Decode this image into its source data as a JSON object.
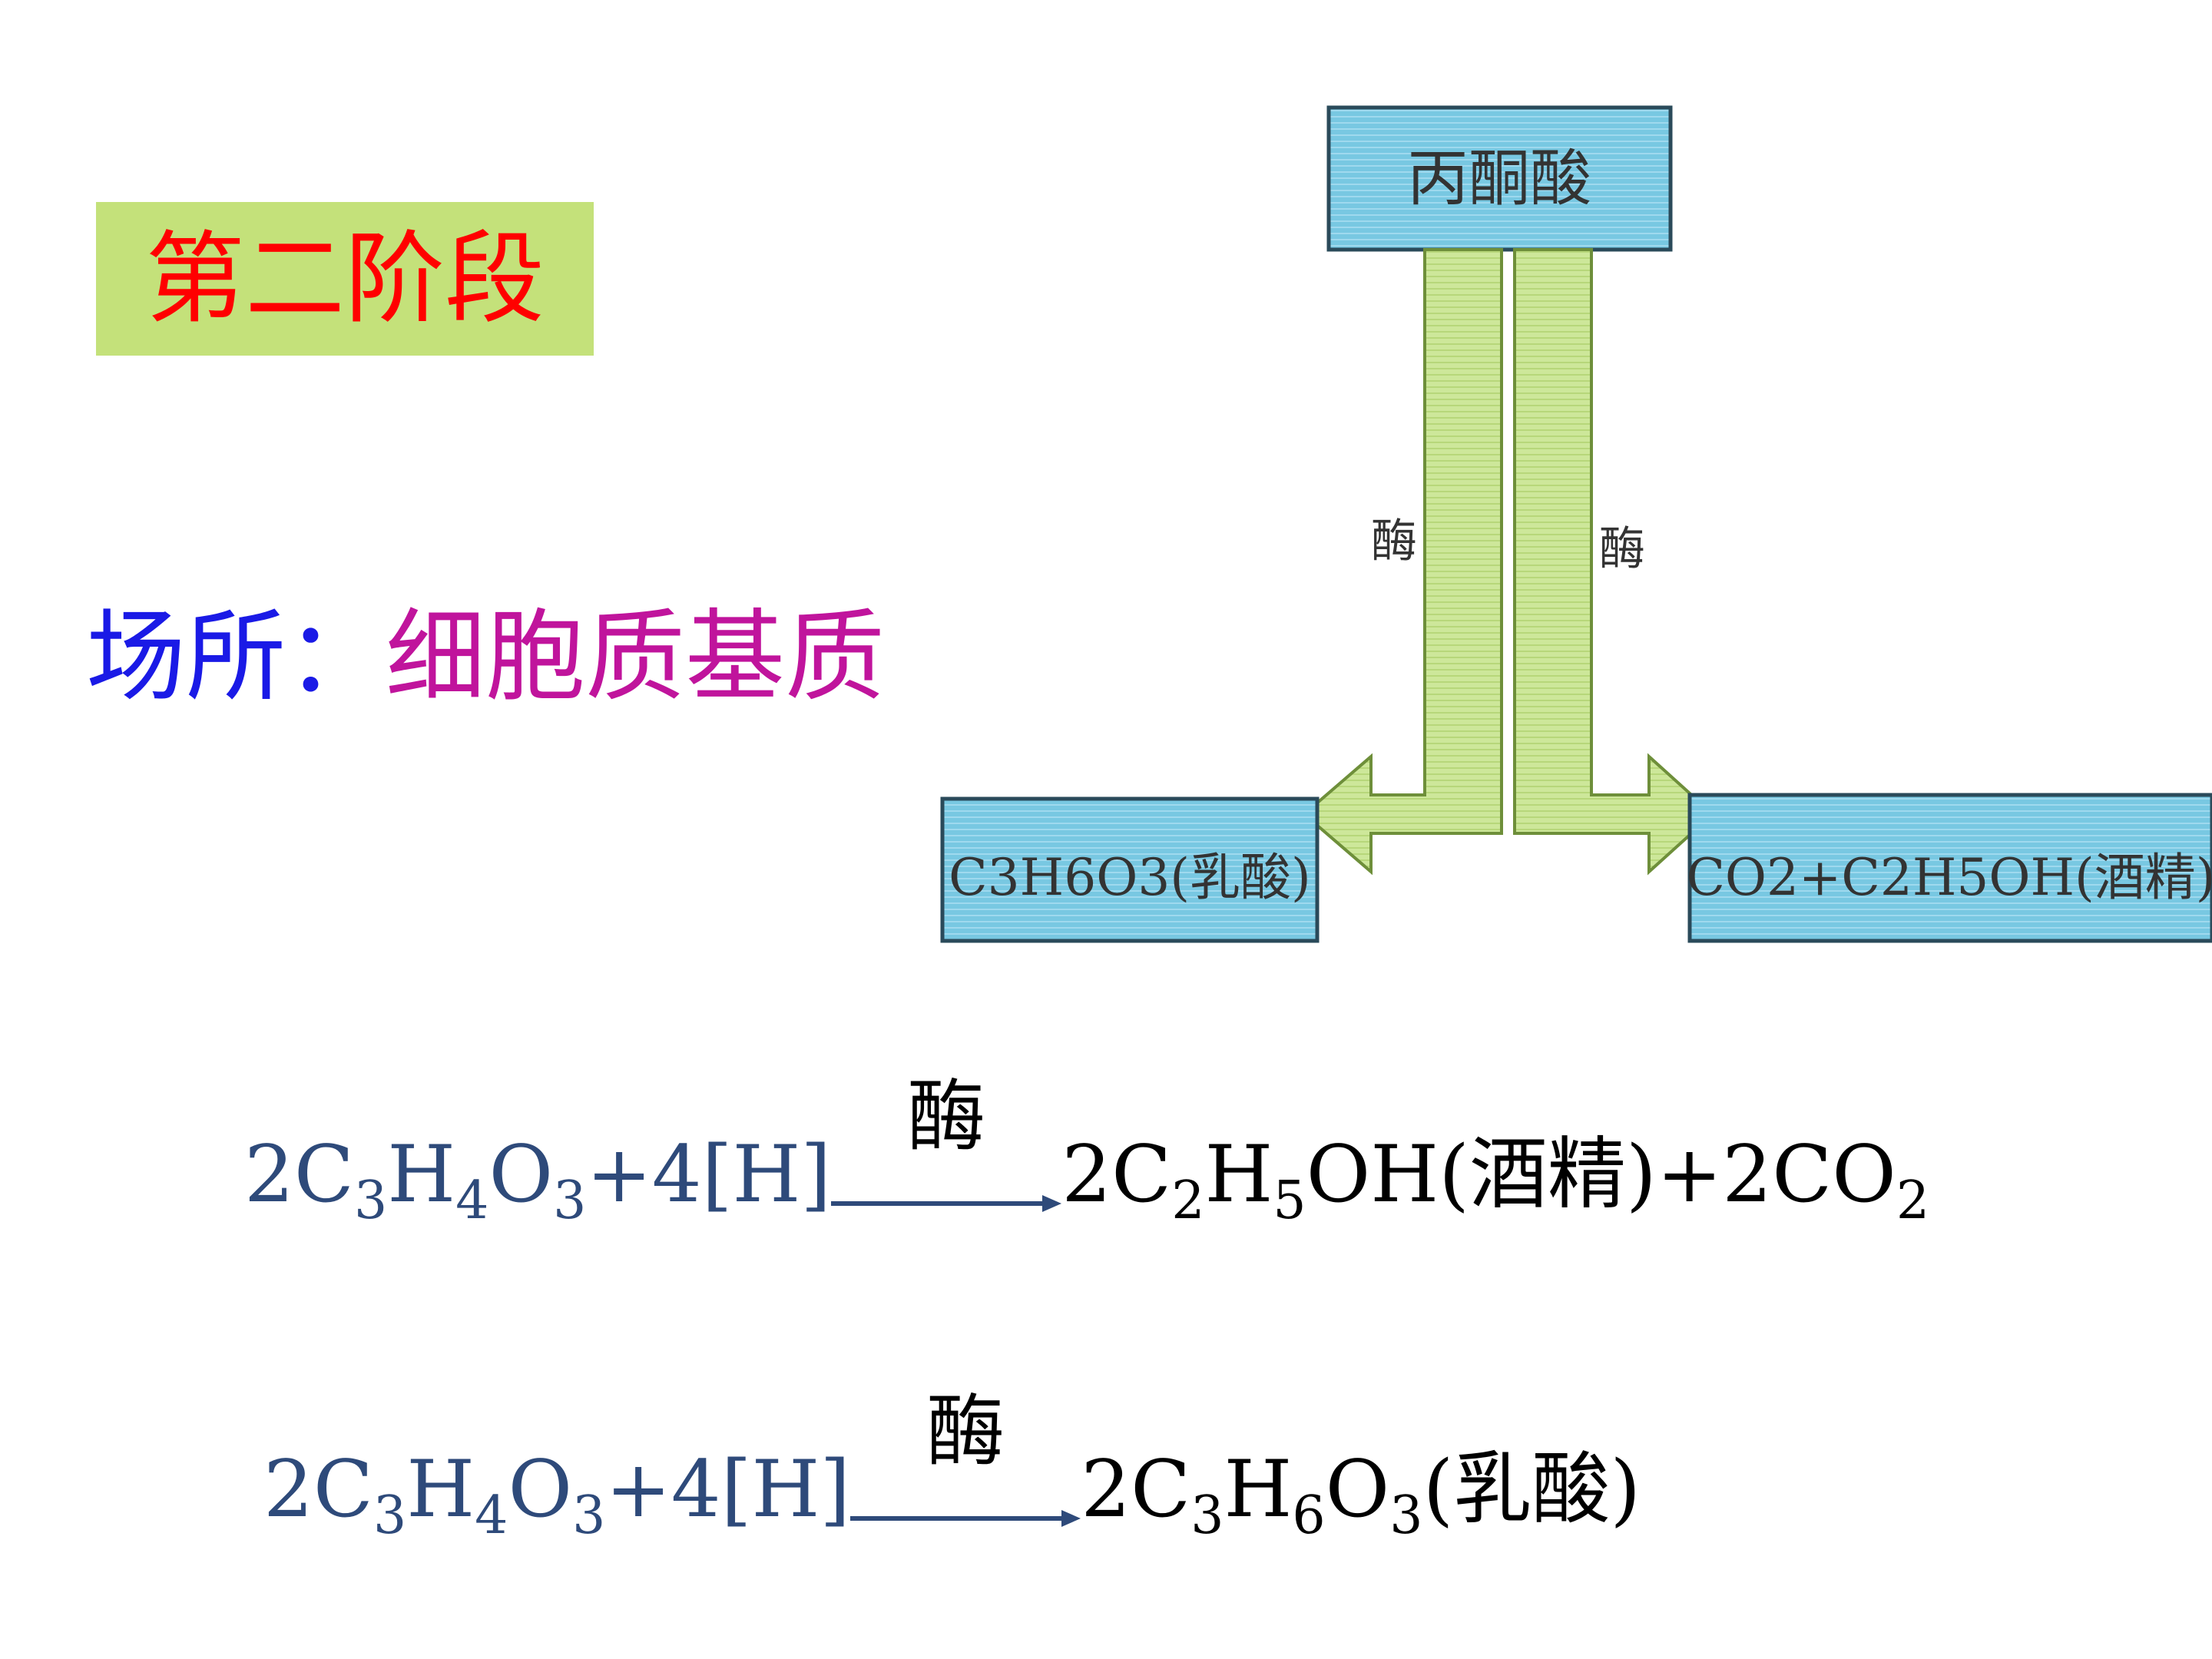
{
  "slide": {
    "stage_title": "第二阶段",
    "location_label": "场所：",
    "location_value": "细胞质基质"
  },
  "diagram": {
    "top_box": "丙酮酸",
    "enzyme_left": "酶",
    "enzyme_right": "酶",
    "left_product": "C3H6O3(乳酸)",
    "right_product": "CO2+C2H5OH(酒精)",
    "colors": {
      "box_fill": "#6fc4e0",
      "pipe_fill": "#cfe69a",
      "pipe_stroke": "#5a8a2a"
    }
  },
  "equations": [
    {
      "left_text": "2C3H4O3+4[H]",
      "enzyme": "酶",
      "right_text": "2C2H5OH(酒精)+2CO2"
    },
    {
      "left_text": "2C3H4O3+4[H]",
      "enzyme": "酶",
      "right_text": "2C3H6O3(乳酸)"
    }
  ],
  "colors": {
    "title_bg": "#c4e17a",
    "title_text": "#ff0000",
    "location_label": "#1a1ae6",
    "location_value": "#c0149c",
    "equation_left": "#2e4a7a",
    "arrow": "#2e4a7a"
  }
}
